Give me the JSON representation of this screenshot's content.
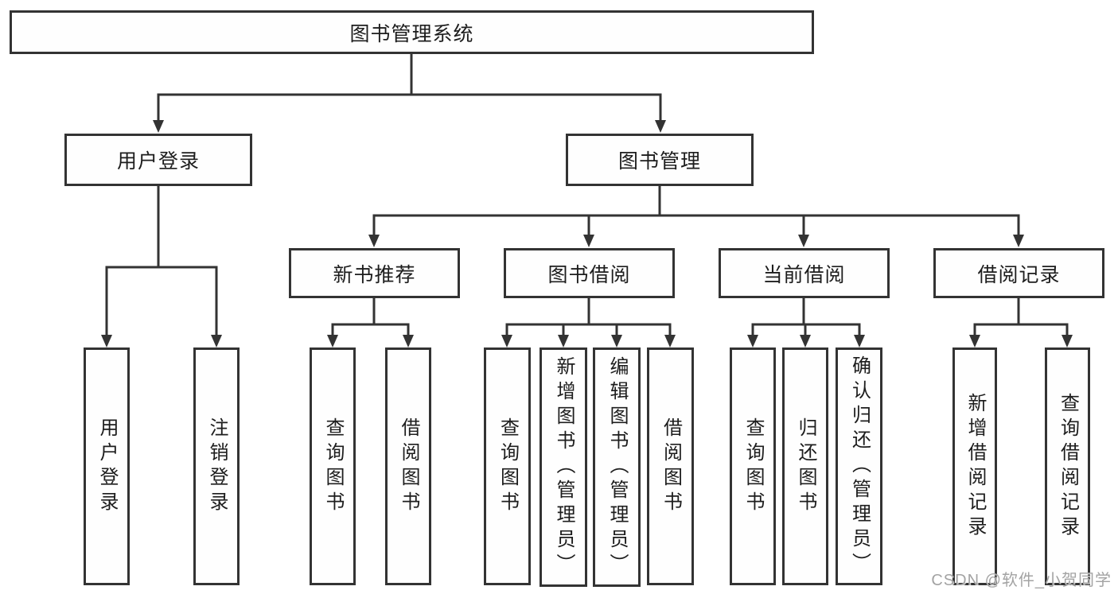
{
  "colors": {
    "line": "#333333",
    "text": "#1d1d1d",
    "watermark": "#a3a3a3",
    "bg": "#ffffff"
  },
  "diagram": {
    "root": "图书管理系统",
    "user_login": {
      "label": "用户登录",
      "children": [
        "用户登录",
        "注销登录"
      ]
    },
    "book_mgmt": {
      "label": "图书管理",
      "sections": [
        {
          "label": "新书推荐",
          "children": [
            "查询图书",
            "借阅图书"
          ]
        },
        {
          "label": "图书借阅",
          "children": [
            "查询图书",
            "新增图书（管理员）",
            "编辑图书（管理员）",
            "借阅图书"
          ]
        },
        {
          "label": "当前借阅",
          "children": [
            "查询图书",
            "归还图书",
            "确认归还（管理员）"
          ]
        },
        {
          "label": "借阅记录",
          "children": [
            "新增借阅记录",
            "查询借阅记录"
          ]
        }
      ]
    }
  },
  "watermark": "CSDN @软件_小贺同学"
}
